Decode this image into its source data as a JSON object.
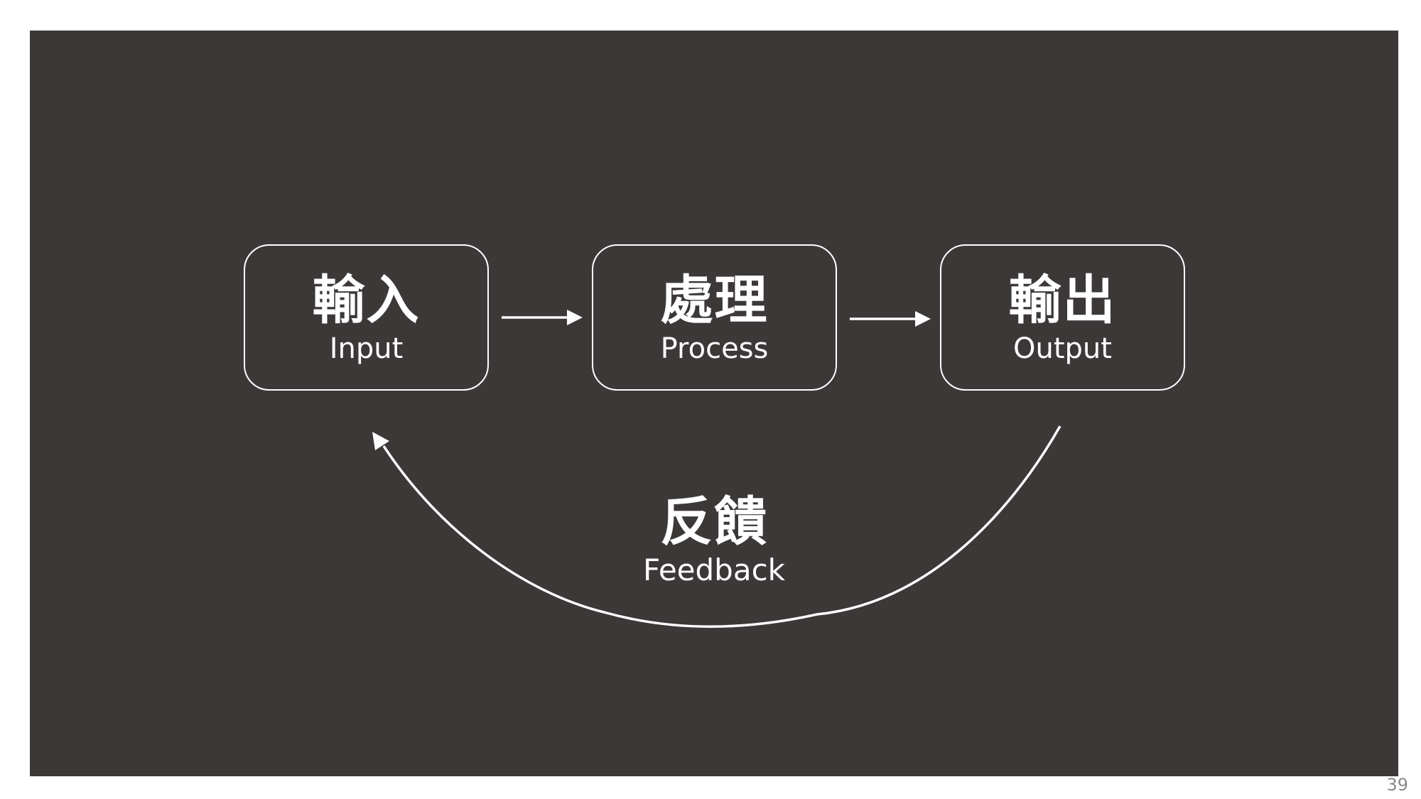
{
  "diagram": {
    "nodes": [
      {
        "id": "input",
        "title": "輸入",
        "subtitle": "Input"
      },
      {
        "id": "process",
        "title": "處理",
        "subtitle": "Process"
      },
      {
        "id": "output",
        "title": "輸出",
        "subtitle": "Output"
      }
    ],
    "edges": [
      {
        "from": "input",
        "to": "process"
      },
      {
        "from": "process",
        "to": "output"
      },
      {
        "from": "output",
        "to": "input",
        "kind": "curved-feedback"
      }
    ],
    "feedback": {
      "title": "反饋",
      "subtitle": "Feedback"
    }
  },
  "page_number": "39",
  "colors": {
    "slide_background": "#3c3837",
    "page_background": "#ffffff",
    "foreground": "#ffffff",
    "page_number": "#8a8a8a"
  }
}
